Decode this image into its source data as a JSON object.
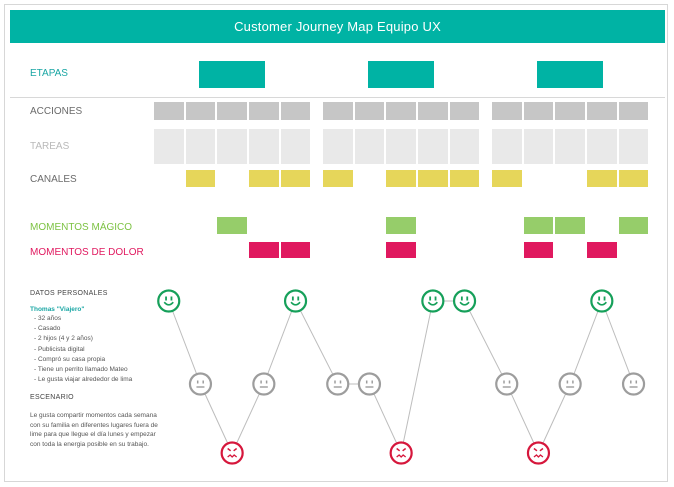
{
  "title": "Customer Journey Map Equipo UX",
  "rows": {
    "etapas": "ETAPAS",
    "acciones": "ACCIONES",
    "tareas": "TAREAS",
    "canales": "CANALES",
    "momentos_magico": "MOMENTOS MÁGICO",
    "momentos_dolor": "MOMENTOS DE DOLOR"
  },
  "colors": {
    "teal": "#00b3a4",
    "gray": "#c6c6c6",
    "light_gray": "#e9e9e9",
    "yellow": "#e6d65a",
    "green": "#96cd6a",
    "pink": "#e0195f"
  },
  "grid": {
    "columns": 15,
    "stages": 3,
    "columns_per_stage": 5,
    "etapas_filled": [
      2,
      7,
      12
    ],
    "acciones_filled": [
      0,
      1,
      2,
      3,
      4,
      5,
      6,
      7,
      8,
      9,
      10,
      11,
      12,
      13,
      14
    ],
    "tareas_filled": [
      0,
      1,
      2,
      3,
      4,
      5,
      6,
      7,
      8,
      9,
      10,
      11,
      12,
      13,
      14
    ],
    "canales_filled": [
      1,
      3,
      4,
      5,
      7,
      8,
      9,
      10,
      13,
      14
    ],
    "momentos_magico_filled": [
      2,
      7,
      11,
      12,
      14
    ],
    "momentos_dolor_filled": [
      3,
      4,
      7,
      11,
      13
    ]
  },
  "personal": {
    "title": "DATOS PERSONALES",
    "name": "Thomas \"Viajero\"",
    "items": [
      "- 32 años",
      "- Casado",
      "- 2 hijos (4 y 2 años)",
      "- Publicista digital",
      "- Compró su casa propia",
      "- Tiene un perrito llamado Mateo",
      "- Le gusta viajar alrededor de lima"
    ]
  },
  "escenario": {
    "title": "ESCENARIO",
    "text": "Le gusta compartir momentos cada semana con su familia en diferentes lugares fuera de lime para que llegue el día lunes y empezar con toda la energia posible en su trabajo."
  },
  "emotions": {
    "levels": [
      "happy",
      "neutral",
      "sad"
    ],
    "points": [
      {
        "column": 0,
        "emotion": "happy"
      },
      {
        "column": 1,
        "emotion": "neutral"
      },
      {
        "column": 2,
        "emotion": "sad"
      },
      {
        "column": 3,
        "emotion": "neutral"
      },
      {
        "column": 4,
        "emotion": "happy"
      },
      {
        "column": 5,
        "emotion": "neutral"
      },
      {
        "column": 6,
        "emotion": "neutral"
      },
      {
        "column": 7,
        "emotion": "sad"
      },
      {
        "column": 8,
        "emotion": "happy"
      },
      {
        "column": 9,
        "emotion": "happy"
      },
      {
        "column": 10,
        "emotion": "neutral"
      },
      {
        "column": 11,
        "emotion": "sad"
      },
      {
        "column": 12,
        "emotion": "neutral"
      },
      {
        "column": 13,
        "emotion": "happy"
      },
      {
        "column": 14,
        "emotion": "neutral"
      }
    ]
  }
}
